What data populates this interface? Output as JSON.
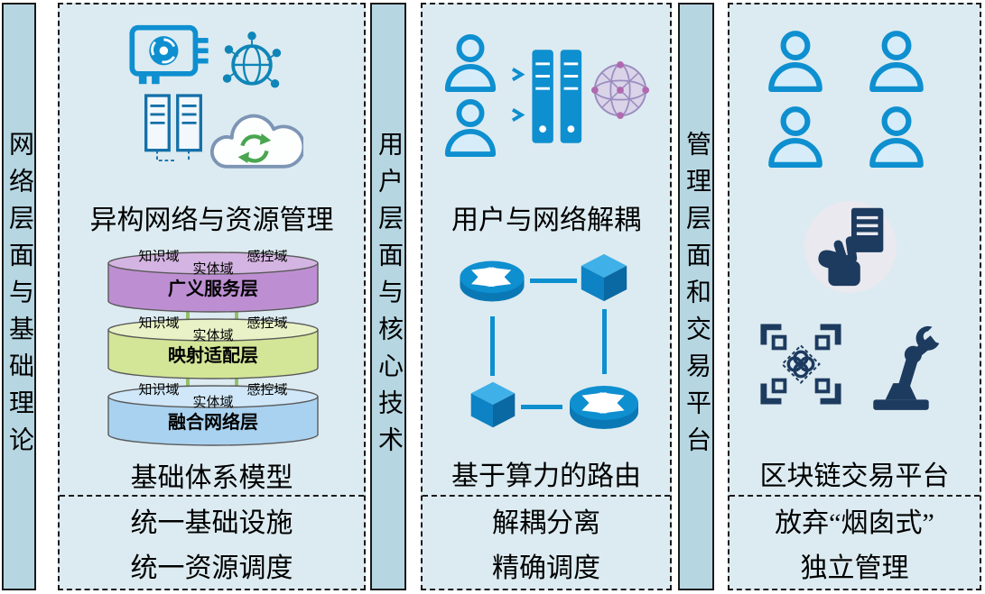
{
  "colors": {
    "panel_bg": "#dcebf1",
    "bar_bg": "#b6d6e2",
    "icon_blue": "#0e8fd0",
    "dark_navy": "#1d3a5f",
    "green_arrow": "#4aa54f",
    "connector_green": "#93c06a",
    "mesh_purple": "#9b8cc0",
    "tier_purple_top": "#d4b4e2",
    "tier_purple_body": "#bd8fd2",
    "tier_green_top": "#e9f2c6",
    "tier_green_body": "#d3e698",
    "tier_blue_top": "#cfe7f8",
    "tier_blue_body": "#a9d2f0"
  },
  "bars": {
    "left": {
      "label": "网络层面与基础理论"
    },
    "middle": {
      "label": "用户层面与核心技术"
    },
    "right": {
      "label": "管理层面和交易平台"
    }
  },
  "col1": {
    "caption_top": "异构网络与资源管理",
    "caption_bottom": "基础体系模型",
    "tiers": [
      {
        "left": "知识域",
        "right": "感控域",
        "center": "实体域",
        "name": "广义服务层"
      },
      {
        "left": "知识域",
        "right": "感控域",
        "center": "实体域",
        "name": "映射适配层"
      },
      {
        "left": "知识域",
        "right": "感控域",
        "center": "实体域",
        "name": "融合网络层"
      }
    ],
    "footer": {
      "line1": "统一基础设施",
      "line2": "统一资源调度"
    }
  },
  "col2": {
    "caption_top": "用户与网络解耦",
    "caption_bottom": "基于算力的路由",
    "footer": {
      "line1": "解耦分离",
      "line2": "精确调度"
    }
  },
  "col3": {
    "caption": "区块链交易平台",
    "footer": {
      "line1": "放弃“烟囱式”",
      "line2": "独立管理"
    }
  }
}
